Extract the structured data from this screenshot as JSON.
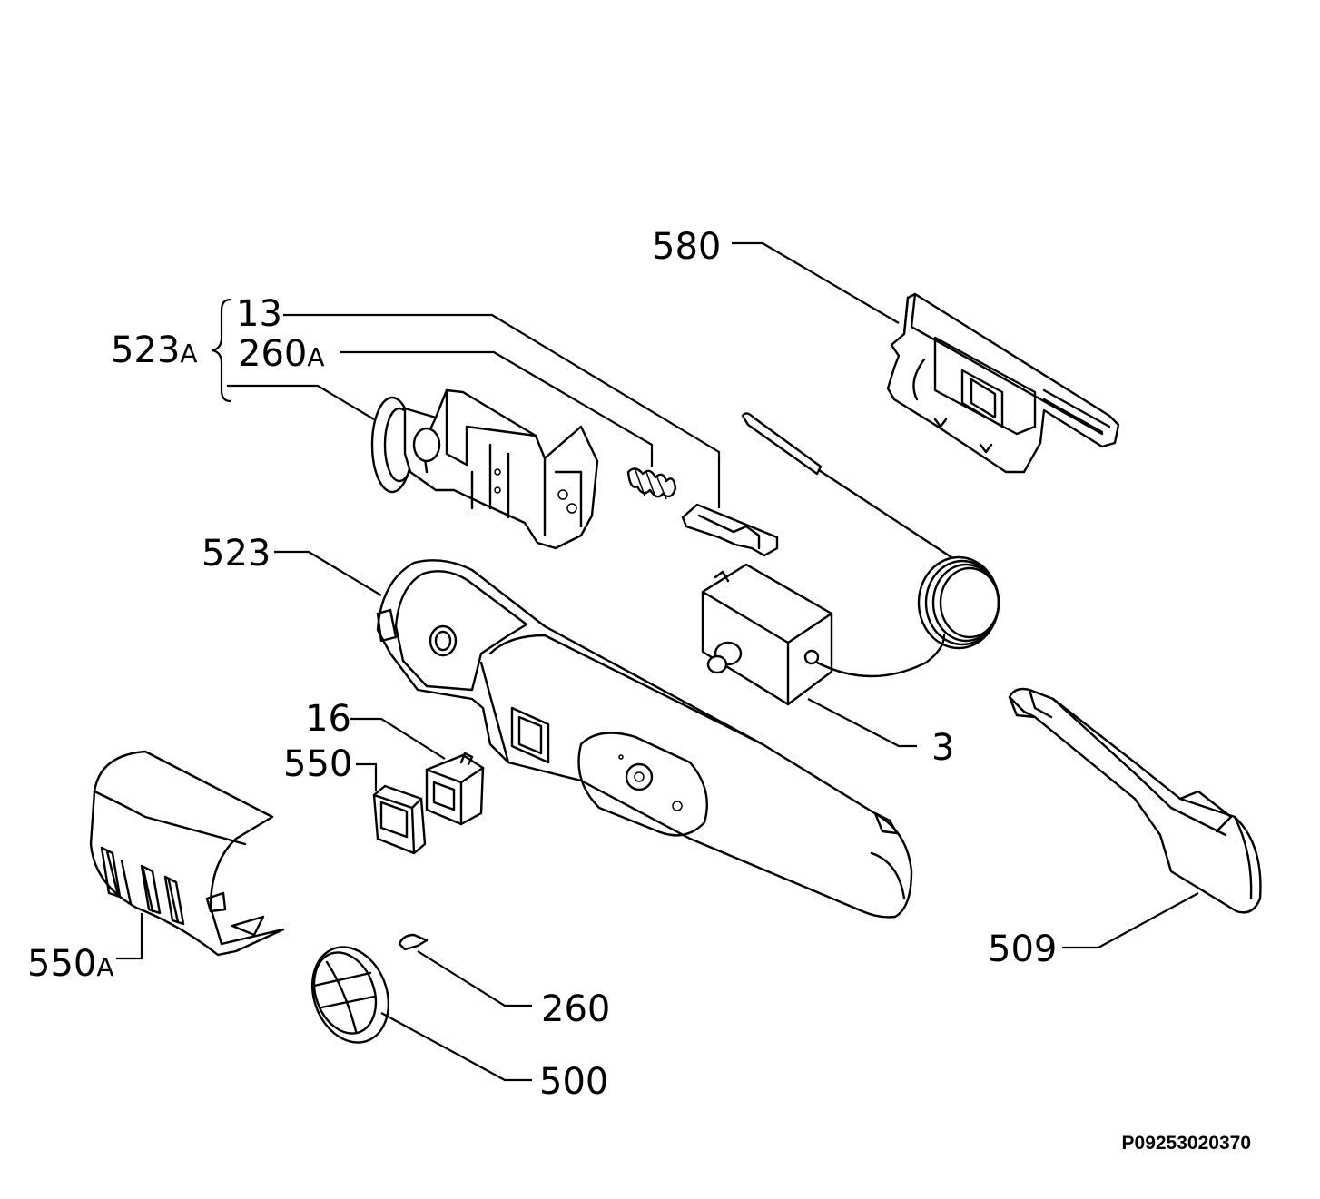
{
  "callouts": {
    "c580": {
      "num": "580",
      "suffix": ""
    },
    "c13": {
      "num": "13",
      "suffix": ""
    },
    "c523a": {
      "num": "523",
      "suffix": "A"
    },
    "c260a": {
      "num": "260",
      "suffix": "A"
    },
    "c523": {
      "num": "523",
      "suffix": ""
    },
    "c16": {
      "num": "16",
      "suffix": ""
    },
    "c550": {
      "num": "550",
      "suffix": ""
    },
    "c3": {
      "num": "3",
      "suffix": ""
    },
    "c550a": {
      "num": "550",
      "suffix": "A"
    },
    "c509": {
      "num": "509",
      "suffix": ""
    },
    "c260": {
      "num": "260",
      "suffix": ""
    },
    "c500": {
      "num": "500",
      "suffix": ""
    }
  },
  "document_id": "P09253020370"
}
